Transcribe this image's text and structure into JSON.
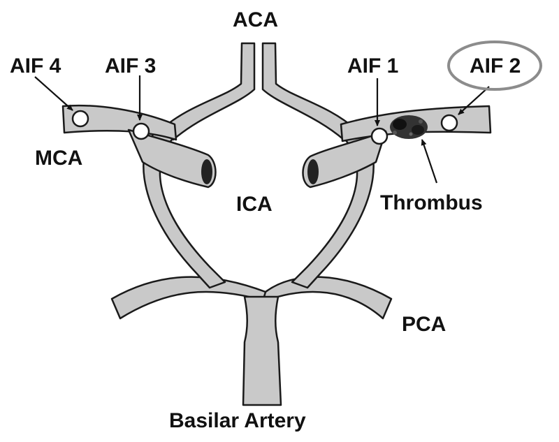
{
  "colors": {
    "vessel_fill": "#c9c9c9",
    "outline": "#1a1a1a",
    "text": "#111111",
    "highlight_ring": "#8c8c8c",
    "thrombus": "#222222"
  },
  "labels": {
    "aca": "ACA",
    "aif_1": "AIF 1",
    "aif_2": "AIF 2",
    "aif_3": "AIF 3",
    "aif_4": "AIF 4",
    "mca": "MCA",
    "ica": "ICA",
    "thrombus": "Thrombus",
    "pca": "PCA",
    "basilar_artery": "Basilar Artery"
  },
  "highlighted_label": "AIF 2"
}
